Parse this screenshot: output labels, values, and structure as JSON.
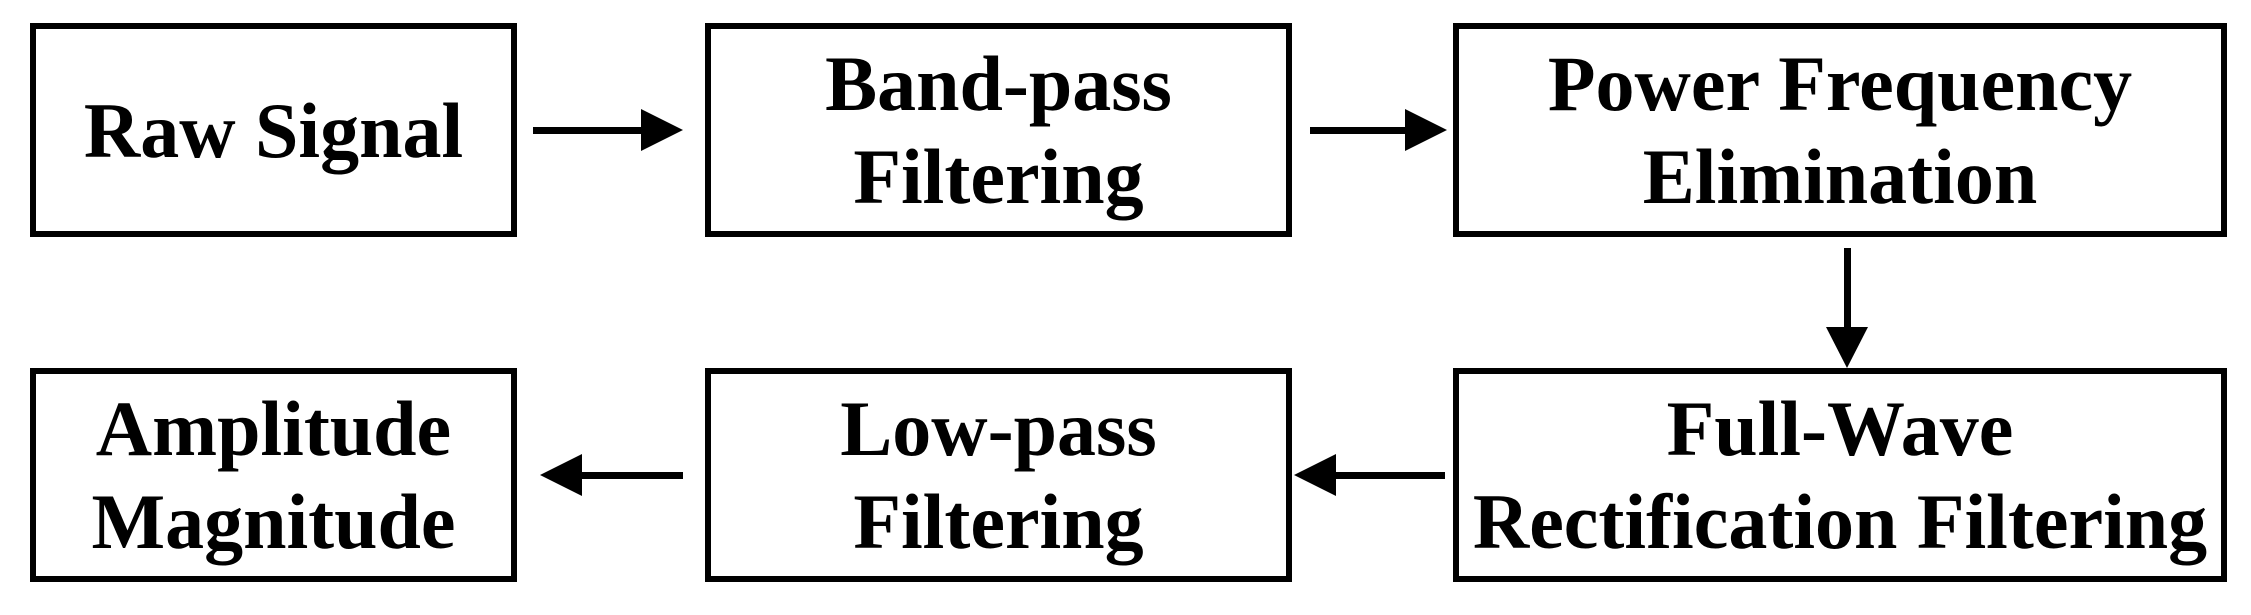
{
  "diagram": {
    "description": "Signal processing pipeline flow chart",
    "colors": {
      "ink": "#000000",
      "background": "#ffffff"
    },
    "boxes": [
      {
        "id": "raw-signal",
        "lines": [
          "Raw Signal"
        ]
      },
      {
        "id": "band-pass-filtering",
        "lines": [
          "Band-pass",
          "Filtering"
        ]
      },
      {
        "id": "power-frequency-elimination",
        "lines": [
          "Power Frequency",
          "Elimination"
        ]
      },
      {
        "id": "full-wave-rectification-filtering",
        "lines": [
          "Full-Wave",
          "Rectification Filtering"
        ]
      },
      {
        "id": "low-pass-filtering",
        "lines": [
          "Low-pass",
          "Filtering"
        ]
      },
      {
        "id": "amplitude-magnitude",
        "lines": [
          "Amplitude",
          "Magnitude"
        ]
      }
    ],
    "connections": [
      {
        "from": "raw-signal",
        "to": "band-pass-filtering",
        "direction": "right"
      },
      {
        "from": "band-pass-filtering",
        "to": "power-frequency-elimination",
        "direction": "right"
      },
      {
        "from": "power-frequency-elimination",
        "to": "full-wave-rectification-filtering",
        "direction": "down"
      },
      {
        "from": "full-wave-rectification-filtering",
        "to": "low-pass-filtering",
        "direction": "left"
      },
      {
        "from": "low-pass-filtering",
        "to": "amplitude-magnitude",
        "direction": "left"
      }
    ]
  }
}
